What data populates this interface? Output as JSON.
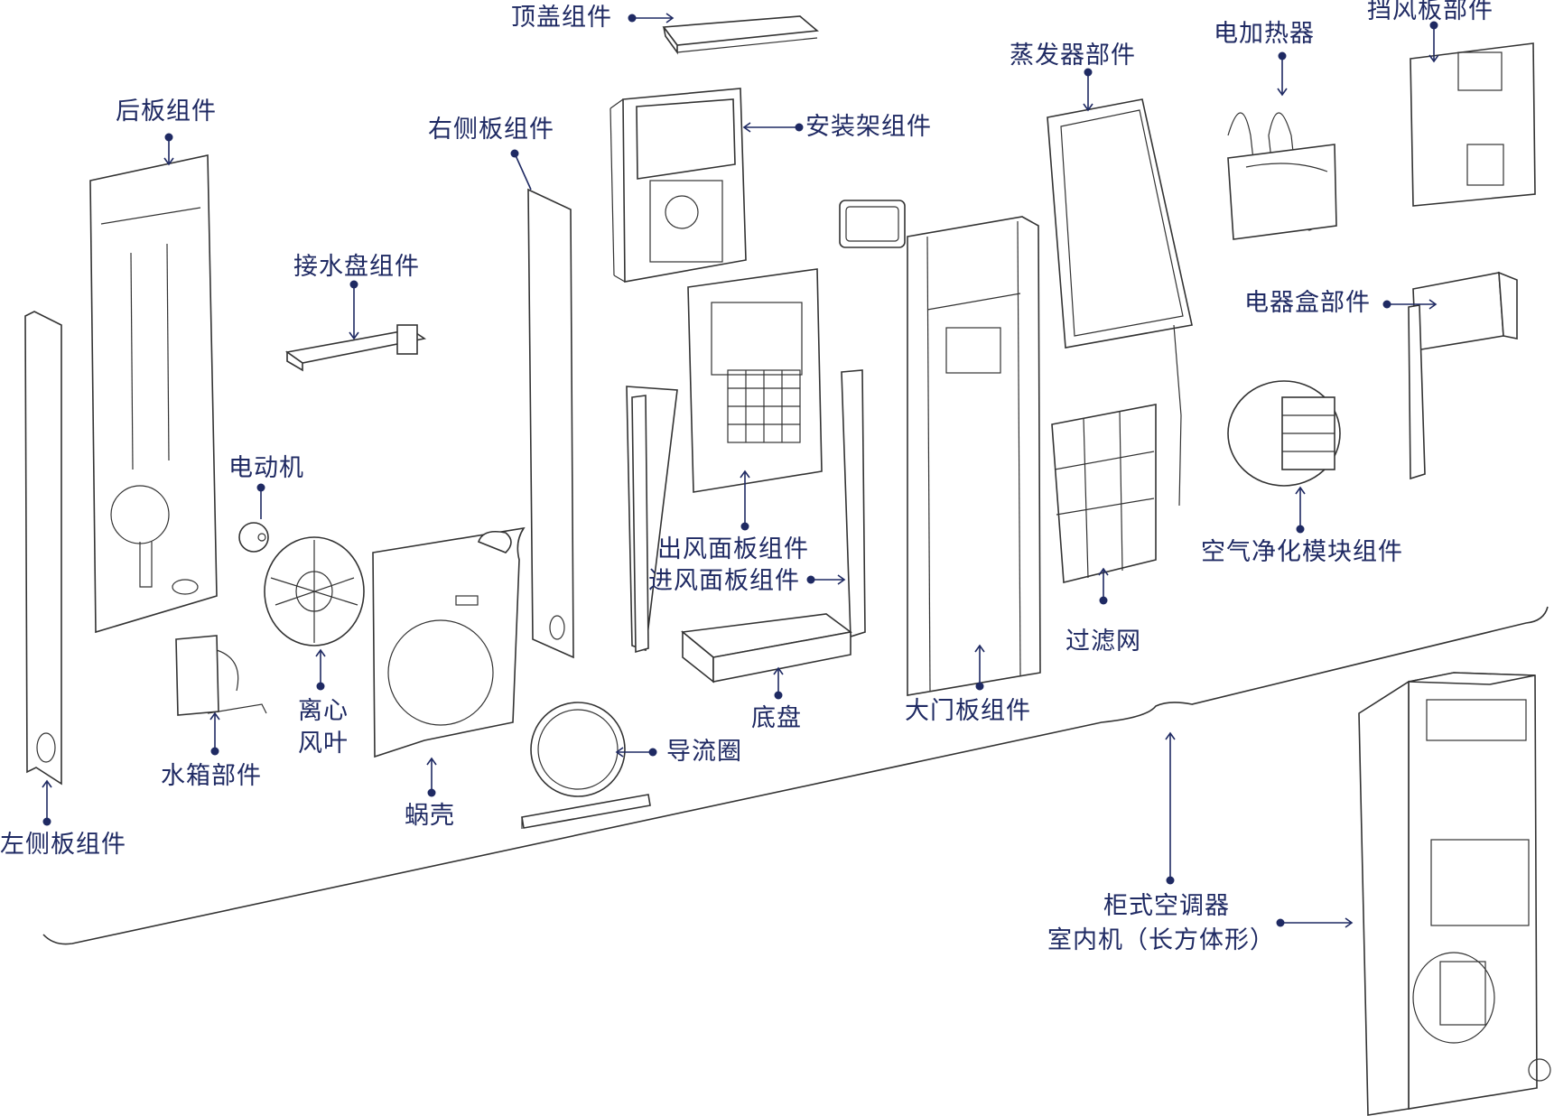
{
  "colors": {
    "label": "#1f2a63",
    "line": "#333333",
    "background": "#ffffff"
  },
  "labels": {
    "top_cover": "顶盖组件",
    "mount_frame": "安装架组件",
    "back_panel": "后板组件",
    "right_panel": "右侧板组件",
    "drain_pan": "接水盘组件",
    "motor": "电动机",
    "impeller_line1": "离心",
    "impeller_line2": "风叶",
    "water_tank": "水箱部件",
    "volute": "蜗壳",
    "left_panel": "左侧板组件",
    "outlet_panel": "出风面板组件",
    "inlet_panel": "进风面板组件",
    "base": "底盘",
    "guide_ring": "导流圈",
    "front_door": "大门板组件",
    "evaporator": "蒸发器部件",
    "heater": "电加热器",
    "baffle": "挡风板部件",
    "electric_box": "电器盒部件",
    "air_purifier": "空气净化模块组件",
    "filter": "过滤网",
    "cabinet_line1": "柜式空调器",
    "cabinet_line2": "室内机（长方体形）"
  }
}
